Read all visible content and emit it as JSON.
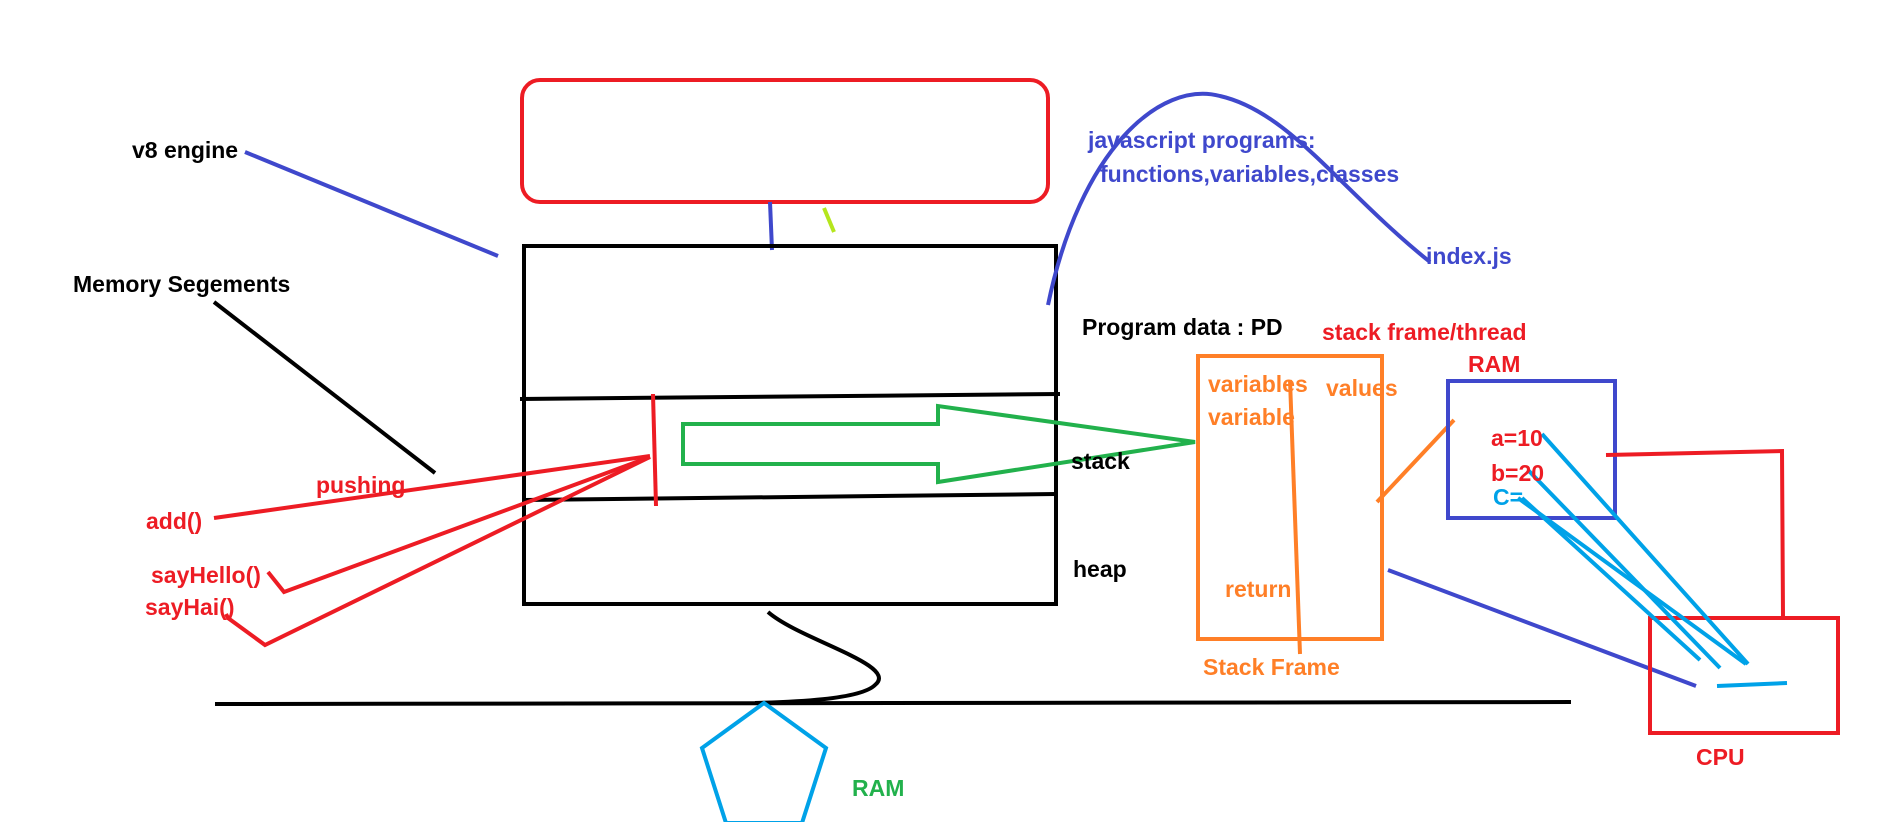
{
  "colors": {
    "black": "#000000",
    "red": "#ed1c24",
    "blue": "#3f48cc",
    "green": "#22b14c",
    "orange": "#ff7f27",
    "cyan": "#00a2e8",
    "yellow_green": "#b5e61d"
  },
  "labels": {
    "v8_engine": "v8 engine",
    "memory_segments": "Memory Segements",
    "js_programs_line1": "javascript programs:",
    "js_programs_line2": "functions,variables,classes",
    "index_js": "index.js",
    "program_data": "Program data : PD",
    "stack": "stack",
    "heap": "heap",
    "pushing": "pushing",
    "add": "add()",
    "say_hello": "sayHello()",
    "say_hai": "sayHai()",
    "ram_bottom": "RAM",
    "stack_frame_thread": "stack frame/thread",
    "ram_box": "RAM",
    "variables": "variables",
    "variable": "variable",
    "values": "values",
    "return": "return",
    "stack_frame": "Stack Frame",
    "a_val": "a=10",
    "b_val": "b=20",
    "c_val": "C=",
    "cpu": "CPU"
  }
}
